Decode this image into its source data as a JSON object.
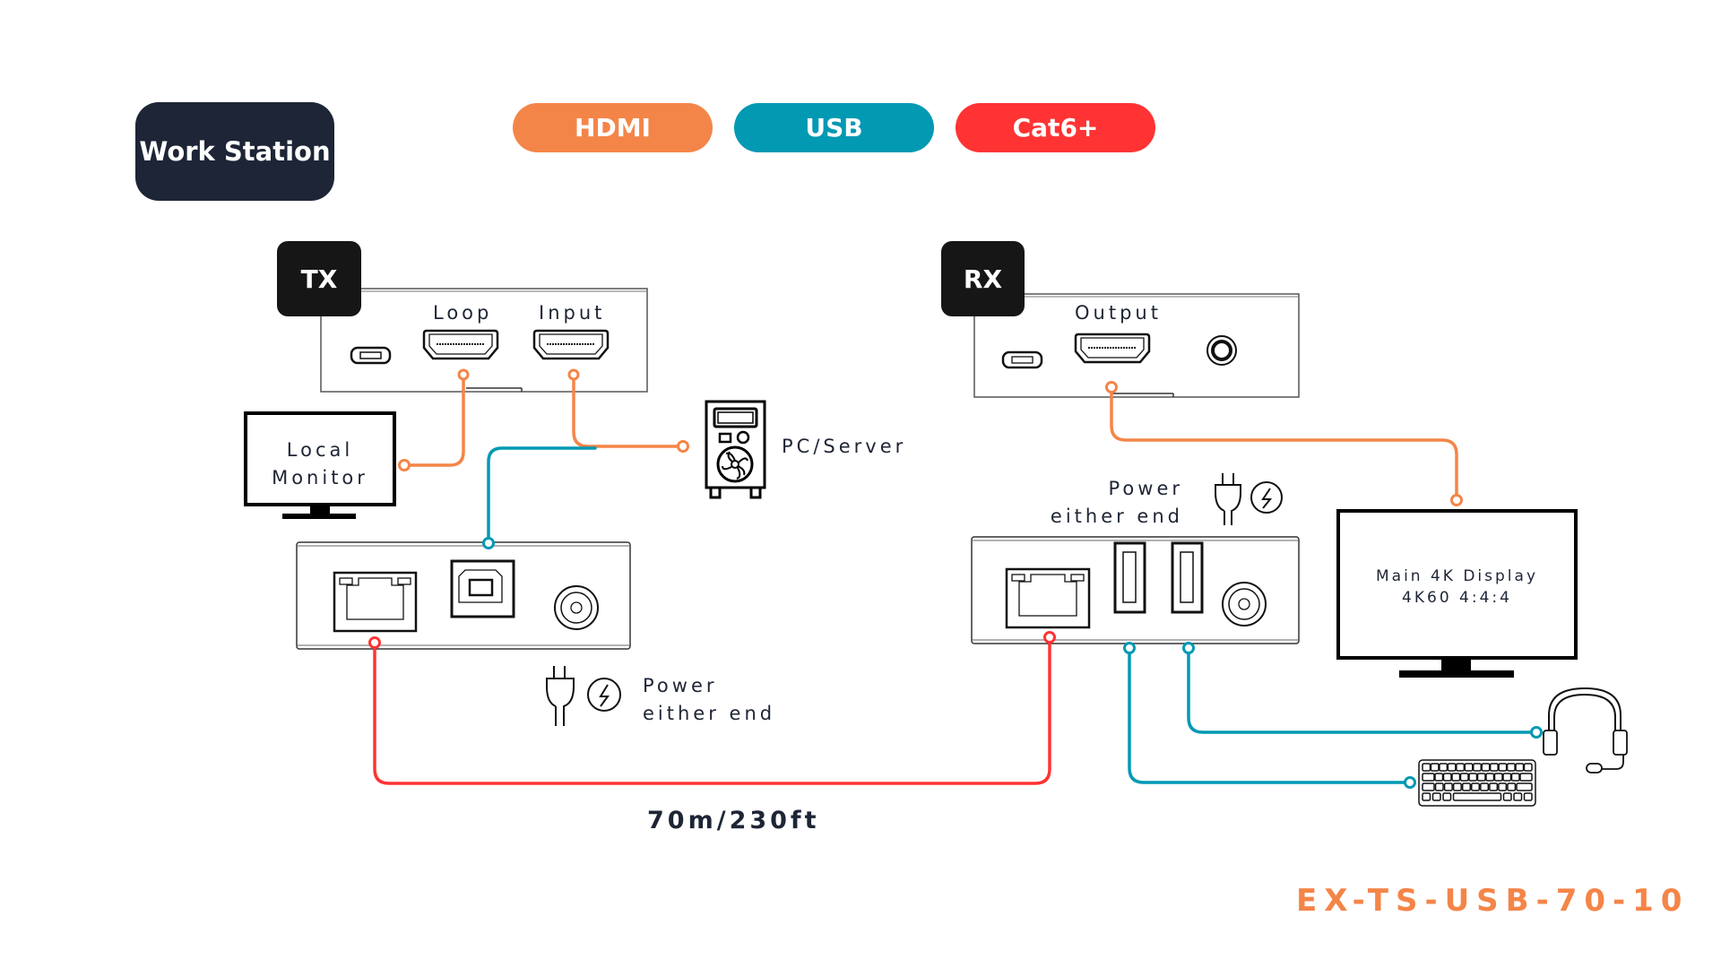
{
  "header": {
    "workstation_label": "Work Station",
    "legend": [
      {
        "label": "HDMI",
        "color": "#f48548"
      },
      {
        "label": "USB",
        "color": "#0299b3"
      },
      {
        "label": "Cat6+",
        "color": "#ff3333"
      }
    ]
  },
  "transmitter": {
    "tag": "TX",
    "top_panel": {
      "ports": [
        "micro-usb-port",
        "hdmi-loop-port",
        "hdmi-input-port"
      ],
      "loop_label": "Loop",
      "input_label": "Input"
    },
    "bottom_panel": {
      "ports": [
        "rj45-port",
        "usb-b-port",
        "dc-power-jack"
      ]
    },
    "power_note": {
      "line1": "Power",
      "line2": "either end"
    }
  },
  "receiver": {
    "tag": "RX",
    "top_panel": {
      "ports": [
        "micro-usb-port",
        "hdmi-output-port",
        "audio-jack"
      ],
      "output_label": "Output"
    },
    "bottom_panel": {
      "ports": [
        "rj45-port",
        "usb-a-port-1",
        "usb-a-port-2",
        "dc-power-jack"
      ]
    },
    "power_note": {
      "line1": "Power",
      "line2": "either end"
    }
  },
  "devices": {
    "local_monitor": {
      "line1": "Local",
      "line2": "Monitor"
    },
    "pc_server": {
      "label": "PC/Server"
    },
    "main_display": {
      "line1": "Main 4K Display",
      "line2": "4K60 4:4:4"
    },
    "headset": {
      "icon": "headset-icon"
    },
    "keyboard": {
      "icon": "keyboard-icon"
    }
  },
  "connections": [
    {
      "from": "TX HDMI Loop",
      "to": "Local Monitor",
      "type": "HDMI"
    },
    {
      "from": "TX HDMI Input",
      "to": "PC/Server",
      "type": "HDMI"
    },
    {
      "from": "TX USB-B",
      "to": "PC/Server",
      "type": "USB"
    },
    {
      "from": "TX RJ45",
      "to": "RX RJ45",
      "type": "Cat6+"
    },
    {
      "from": "RX HDMI Output",
      "to": "Main 4K Display",
      "type": "HDMI"
    },
    {
      "from": "RX USB-A 1",
      "to": "Keyboard",
      "type": "USB"
    },
    {
      "from": "RX USB-A 2",
      "to": "Headset",
      "type": "USB"
    }
  ],
  "cable_distance": "70m/230ft",
  "model_number": "EX-TS-USB-70-10"
}
